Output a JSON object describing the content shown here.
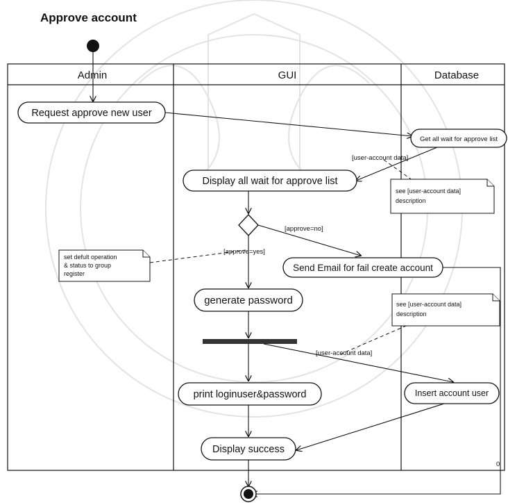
{
  "title": "Approve account",
  "lanes": [
    "Admin",
    "GUI",
    "Database"
  ],
  "activities": {
    "request": "Request approve new user",
    "get_list": "Get all wait for approve list",
    "display_list": "Display all wait for approve list",
    "send_email": "Send Email for fail create account",
    "generate": "generate password",
    "print": "print loginuser&password",
    "insert": "Insert account user",
    "success": "Display success"
  },
  "guards": {
    "data_top": "[user-account data]",
    "approve_no": "[approve=no]",
    "approve_yes": "[approve=yes]",
    "data_bottom": "[user-account data]"
  },
  "notes": {
    "note1": [
      "see [user-account data]",
      "description"
    ],
    "note2": [
      "set defult operation",
      "& status to group",
      "register"
    ],
    "note3": [
      "see [user-account data]",
      "description"
    ]
  },
  "misc": {
    "side_mark": "0"
  }
}
